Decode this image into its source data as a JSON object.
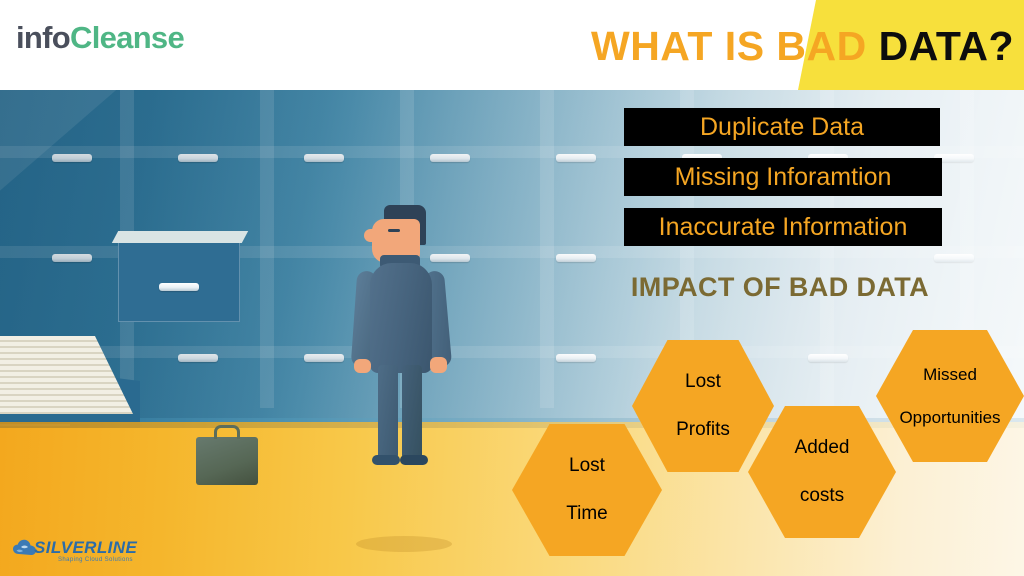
{
  "header": {
    "logo": {
      "part1": "info",
      "part2": "Cleanse",
      "color1": "#4a4f5c",
      "color2": "#4fb685"
    },
    "title": {
      "part1": "WHAT IS BAD ",
      "part2": "DATA?",
      "color1": "#F5A623",
      "color2": "#000000"
    },
    "banner_color": "#F7E03C"
  },
  "bullets": [
    {
      "label": "Duplicate Data"
    },
    {
      "label": "Missing Inforamtion"
    },
    {
      "label": "Inaccurate Information"
    }
  ],
  "bullet_style": {
    "background": "#000000",
    "text_color": "#F5A623"
  },
  "impact": {
    "heading": "IMPACT OF BAD DATA",
    "heading_color": "#7b6a33",
    "hexagons": [
      {
        "line1": "Lost",
        "line2": "Time"
      },
      {
        "line1": "Lost",
        "line2": "Profits"
      },
      {
        "line1": "Added",
        "line2": "costs"
      },
      {
        "line1": "Missed",
        "line2": "Opportunities"
      }
    ],
    "hexagon_color": "#F5A623",
    "hexagon_text_color": "#000000"
  },
  "footer": {
    "brand": "SILVERLINE",
    "tagline": "Shaping Cloud Solutions",
    "watermark": ""
  },
  "scene": {
    "cabinet_color": "#2d7296",
    "floor_color": "#F3A81E",
    "folder_color": "#f0b94b"
  }
}
